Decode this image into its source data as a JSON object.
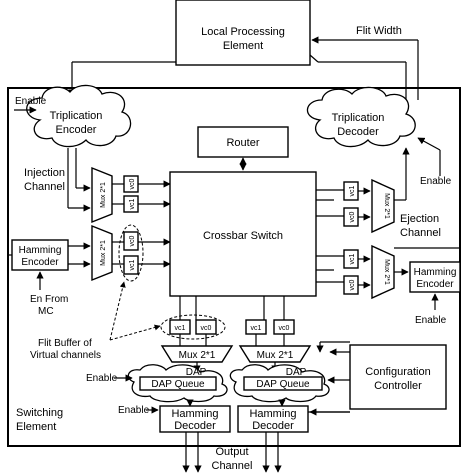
{
  "blocks": {
    "local_processing": [
      "Local Processing",
      "Element"
    ],
    "router": "Router",
    "crossbar": "Crossbar Switch",
    "triplication_encoder": [
      "Triplication",
      "Encoder"
    ],
    "triplication_decoder": [
      "Triplication",
      "Decoder"
    ],
    "hamming_encoder_left": [
      "Hamming",
      "Encoder"
    ],
    "hamming_encoder_right": [
      "Hamming",
      "Encoder"
    ],
    "configuration_controller": [
      "Configuration",
      "Controller"
    ],
    "hamming_decoder_1": [
      "Hamming",
      "Decoder"
    ],
    "hamming_decoder_2": [
      "Hamming",
      "Decoder"
    ],
    "mux_in_top": "Mux 2*1",
    "mux_in_bottom": "Mux 2*1",
    "mux_out_top": "Mux 2*1",
    "mux_out_bottom": "Mux 2*1",
    "mux_bottom_left": "Mux 2*1",
    "mux_bottom_right": "Mux 2*1",
    "dap_queue_1": "DAP Queue",
    "dap_queue_2": "DAP Queue",
    "dap_label_1": "DAP",
    "dap_label_2": "DAP"
  },
  "vcs": {
    "vc0": "vc0",
    "vc1": "vc1"
  },
  "labels": {
    "flit_width": "Flit Width",
    "enable": "Enable",
    "injection_channel": [
      "Injection",
      "Channel"
    ],
    "ejection_channel": [
      "Ejection",
      "Channel"
    ],
    "en_from_mc": [
      "En From",
      "MC"
    ],
    "flit_buffer": [
      "Flit Buffer of",
      "Virtual channels"
    ],
    "switching_element": [
      "Switching",
      "Element"
    ],
    "output_channel": [
      "Output",
      "Channel"
    ]
  }
}
